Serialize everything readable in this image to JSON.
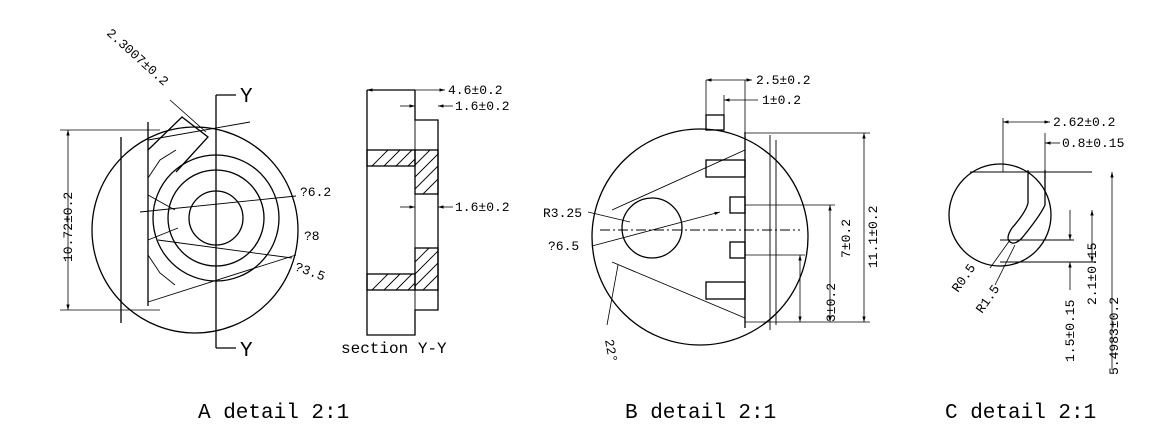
{
  "detail_a": {
    "caption": "A detail 2:1",
    "dim_angled": "2.3007±0.2",
    "dim_height": "10.72±0.2",
    "dim_d62": "?6.2",
    "dim_d8": "?8",
    "dim_d35": "?3.5",
    "section_mark_top": "Y",
    "section_mark_bottom": "Y"
  },
  "section_yy": {
    "caption": "section Y-Y",
    "dim_width": "4.6±0.2",
    "dim_top": "1.6±0.2",
    "dim_mid": "1.6±0.2"
  },
  "detail_b": {
    "caption": "B detail 2:1",
    "dim_top_wide": "2.5±0.2",
    "dim_top_narrow": "1±0.2",
    "dim_r325": "R3.25",
    "dim_d65": "?6.5",
    "dim_angle": "22°",
    "dim_3": "3±0.2",
    "dim_7": "7±0.2",
    "dim_111": "11.1±0.2"
  },
  "detail_c": {
    "caption": "C detail 2:1",
    "dim_262": "2.62±0.2",
    "dim_08": "0.8±0.15",
    "dim_r05": "R0.5",
    "dim_r15": "R1.5",
    "dim_21": "2.1±0.15",
    "dim_15": "1.5±0.15",
    "dim_54983": "5.4983±0.2"
  }
}
